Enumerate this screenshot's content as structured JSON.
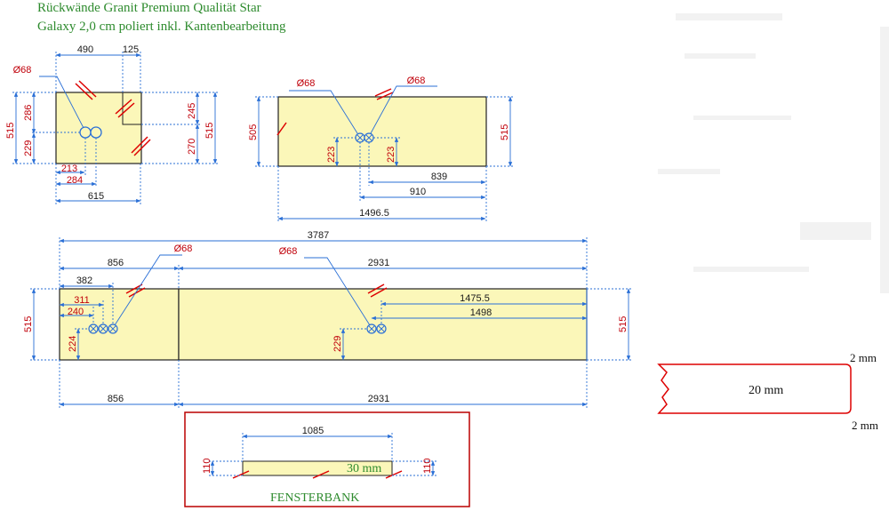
{
  "title": {
    "line1": "Rückwände Granit Premium Qualität Star",
    "line2": "Galaxy 2,0 cm poliert inkl. Kantenbearbeitung"
  },
  "panel1": {
    "w_top_left": "490",
    "w_top_right": "125",
    "h_left": "515",
    "h_upper": "286",
    "h_lower": "229",
    "h_right_upper": "245",
    "h_right_lower": "270",
    "h_right": "515",
    "hole_label": "Ø68",
    "x_213": "213",
    "x_284": "284",
    "w_total": "615"
  },
  "panel2": {
    "hole_left": "Ø68",
    "hole_right": "Ø68",
    "h_left": "505",
    "h_right": "515",
    "h_hole_left": "223",
    "h_hole_right": "223",
    "x_839": "839",
    "x_910": "910",
    "w_total": "1496.5"
  },
  "panel3": {
    "w_total": "3787",
    "w_left": "856",
    "w_right": "2931",
    "hole_left": "Ø68",
    "hole_right": "Ø68",
    "x_382": "382",
    "x_311": "311",
    "x_240": "240",
    "x_1475": "1475.5",
    "x_1498": "1498",
    "h_left": "515",
    "h_right": "515",
    "h_hole_left": "224",
    "h_hole_right": "229",
    "w_left_bottom": "856",
    "w_right_bottom": "2931"
  },
  "fensterbank": {
    "width": "1085",
    "height_left": "110",
    "height_right": "110",
    "thickness": "30 mm",
    "label": "FENSTERBANK"
  },
  "edge_profile": {
    "top_label": "2 mm",
    "center_label": "20 mm",
    "bottom_label": "2 mm"
  },
  "colors": {
    "panel_fill": "#fbf7b9",
    "dim_blue": "#2a6fd6",
    "text_red": "#c0000a",
    "title_green": "#2e8b2e"
  }
}
